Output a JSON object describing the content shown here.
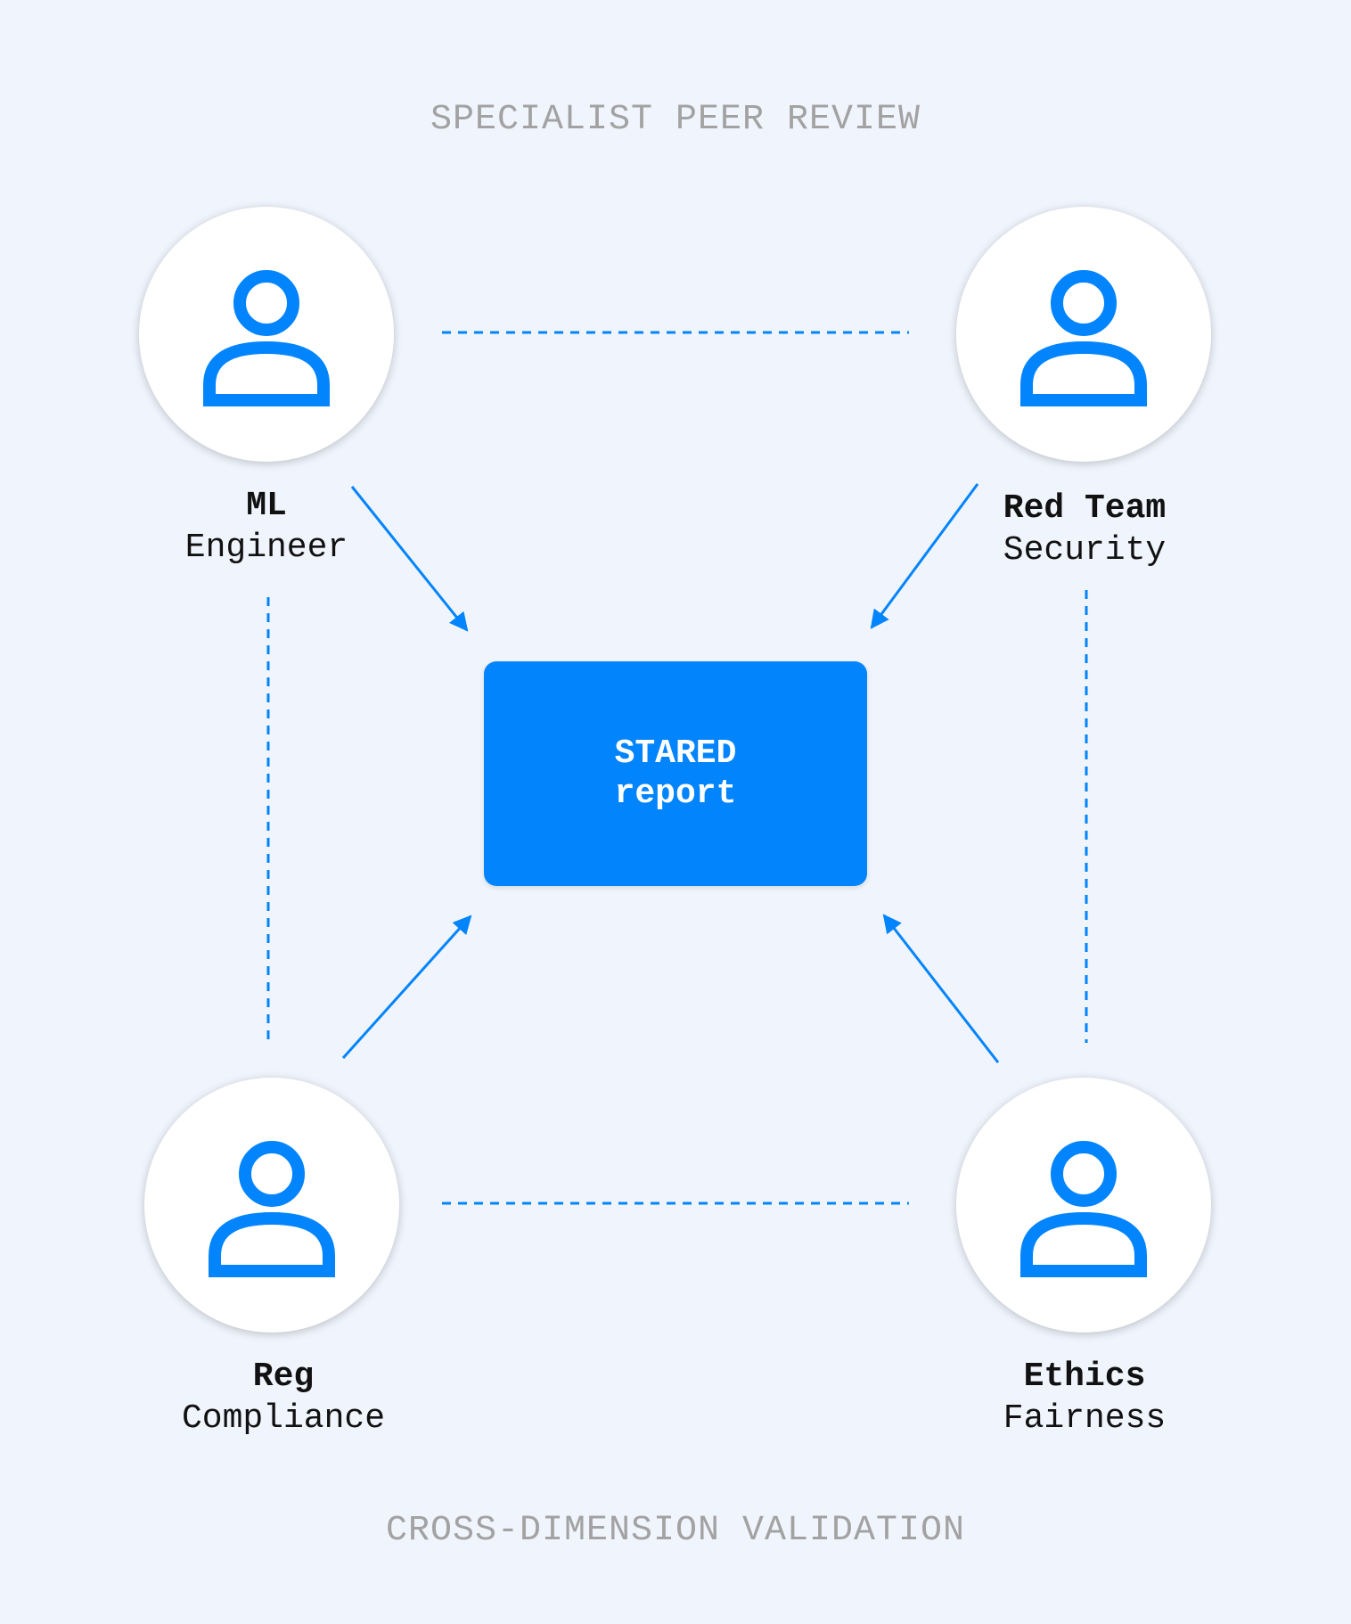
{
  "captions": {
    "top": "SPECIALIST PEER REVIEW",
    "bottom": "CROSS-DIMENSION VALIDATION"
  },
  "center": {
    "line1": "STARED",
    "line2": "report"
  },
  "roles": [
    {
      "id": "ml-engineer",
      "title": "ML",
      "subtitle": "Engineer",
      "icon": "person-icon"
    },
    {
      "id": "red-team",
      "title": "Red Team",
      "subtitle": "Security",
      "icon": "person-icon"
    },
    {
      "id": "reg-compliance",
      "title": "Reg",
      "subtitle": "Compliance",
      "icon": "person-icon"
    },
    {
      "id": "ethics-fairness",
      "title": "Ethics",
      "subtitle": "Fairness",
      "icon": "person-icon"
    }
  ],
  "colors": {
    "accent": "#0284fd",
    "background": "#f0f5fd",
    "caption": "#a2a2a2",
    "text": "#111111"
  }
}
